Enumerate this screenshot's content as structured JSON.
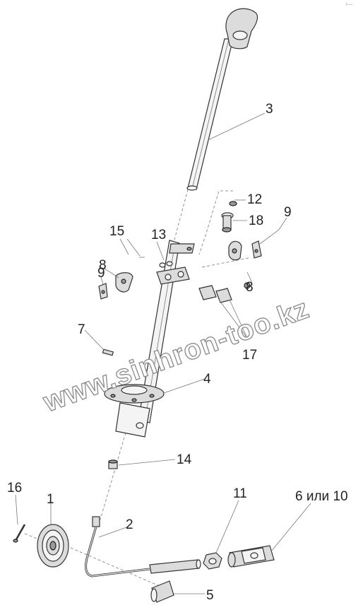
{
  "callouts": {
    "c1": "1",
    "c2": "2",
    "c3": "3",
    "c4": "4",
    "c5": "5",
    "c6_10": "6 или 10",
    "c7": "7",
    "c8_left": "8",
    "c8_right": "8",
    "c9_left": "9",
    "c9_right": "9",
    "c11": "11",
    "c12": "12",
    "c13": "13",
    "c14": "14",
    "c15": "15",
    "c16": "16",
    "c17": "17",
    "c18": "18"
  },
  "watermark": "www.sinhron-too.kz",
  "corner_mark": "r—"
}
